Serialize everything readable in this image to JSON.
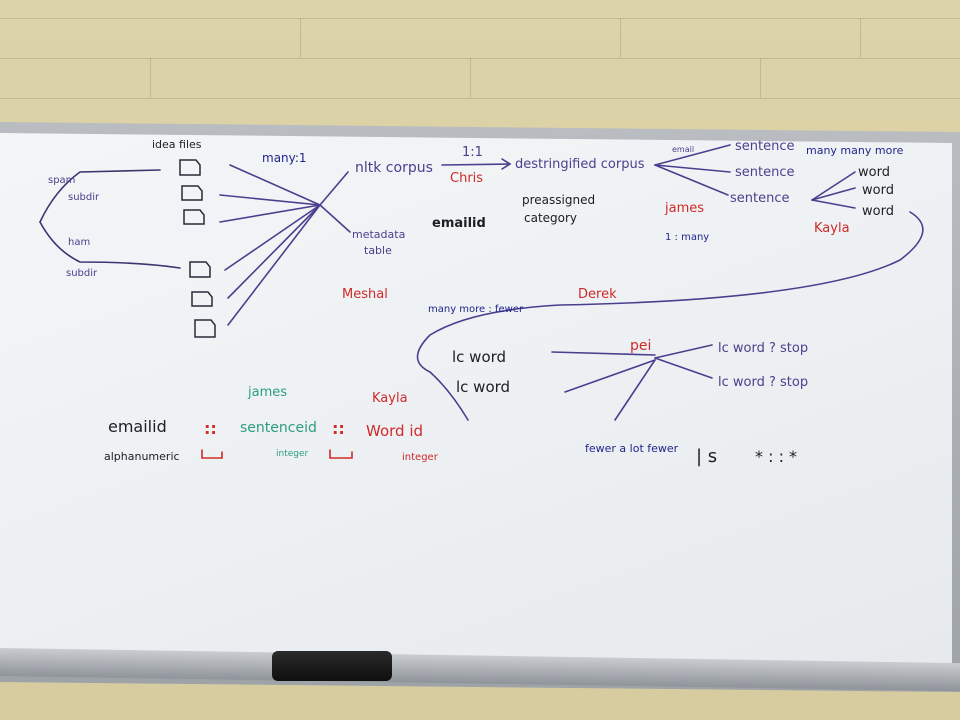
{
  "board": {
    "tree_left": {
      "label_idea_files": "idea files",
      "label_spam": "spam",
      "label_subdir_1": "subdir",
      "label_ham": "ham",
      "label_subdir_2": "subdir",
      "label_many_one": "many:1"
    },
    "pipeline": {
      "nltk_corpus": "nltk corpus",
      "one_to_one": "1:1",
      "chris": "Chris",
      "destringified": "destringified corpus",
      "metadata_table_1": "metadata",
      "metadata_table_2": "table",
      "emailid": "emailid",
      "preassigned_1": "preassigned",
      "preassigned_2": "category",
      "meshal": "Meshal"
    },
    "sentences": {
      "email": "email",
      "sentence_1": "sentence",
      "sentence_2": "sentence",
      "sentence_3": "sentence",
      "many_many_more": "many many more",
      "james": "james",
      "one_many": "1 : many",
      "word_1": "word",
      "word_2": "word",
      "word_3": "word",
      "kayla": "Kayla"
    },
    "lower": {
      "many_more_fewer": "many more : fewer",
      "derek": "Derek",
      "lc_word_1": "lc word",
      "lc_word_2": "lc word",
      "pei": "pei",
      "lc_word_stop_1": "lc word ? stop",
      "lc_word_stop_2": "lc word ? stop",
      "fewer": "fewer   a lot fewer",
      "ls": "| s",
      "star": "* : : *"
    },
    "schema": {
      "james": "james",
      "kayla": "Kayla",
      "emailid": "emailid",
      "sep_1": "::",
      "sentenceid": "sentenceid",
      "sep_2": "::",
      "wordid": "Word id",
      "alphanumeric": "alphanumeric",
      "integer_1": "integer",
      "integer_2": "integer"
    }
  }
}
